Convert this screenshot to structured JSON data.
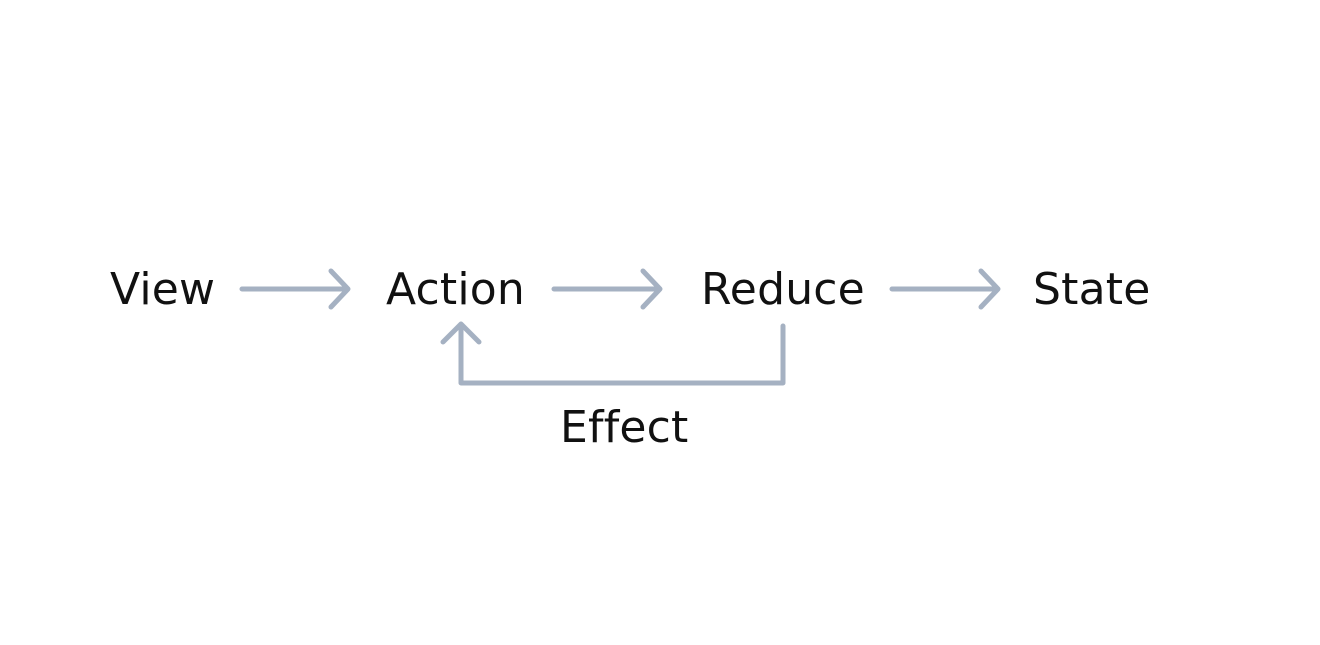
{
  "diagram": {
    "nodes": {
      "view": "View",
      "action": "Action",
      "reduce": "Reduce",
      "state": "State",
      "effect": "Effect"
    },
    "colors": {
      "arrow": "#a5b1c2",
      "text": "#111111",
      "background": "#ffffff"
    }
  }
}
